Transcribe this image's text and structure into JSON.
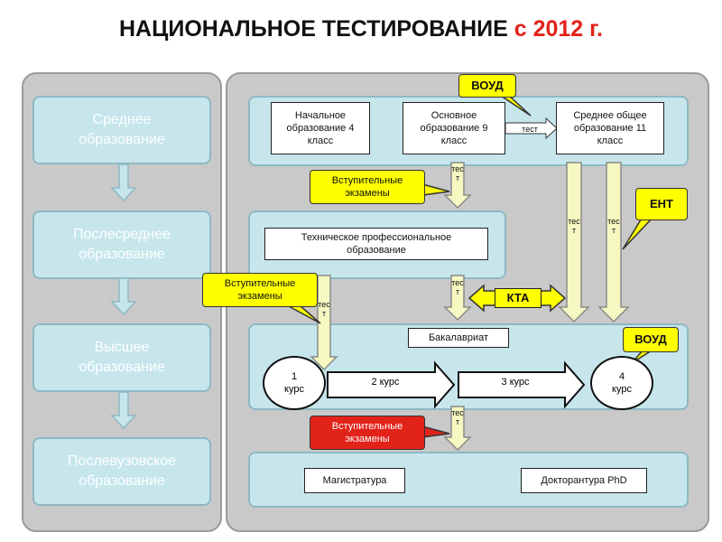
{
  "title": {
    "main": "НАЦИОНАЛЬНОЕ ТЕСТИРОВАНИЕ ",
    "year": "с 2012 г."
  },
  "left": {
    "secondary": "Среднее образование",
    "post_secondary": "Послесреднее образование",
    "higher": "Высшее образование",
    "postgraduate": "Послевузовское образование"
  },
  "school": {
    "primary": "Начальное образование 4 класс",
    "basic": "Основное образование 9 класс",
    "general": "Среднее общее образование 11 класс"
  },
  "voud_top": "ВОУД",
  "test_small": "тест",
  "entrance_1": "Вступительные экзамены",
  "entrance_2": "Вступительные экзамены",
  "entrance_3": "Вступительные экзамены",
  "vtest": "тест",
  "ent": "ЕНТ",
  "technical": "Техническое профессиональное образование",
  "kta": "КТА",
  "bachelor": "Бакалавриат",
  "voud_bottom": "ВОУД",
  "course1": "1 курс",
  "course2": "2 курс",
  "course3": "3 курс",
  "course4": "4 курс",
  "masters": "Магистратура",
  "phd": "Докторантура PhD",
  "colors": {
    "accent_red": "#e2231a",
    "callout_yellow": "#ffff00",
    "level_fill": "#c6e6ec",
    "panel_gray": "#c9c9c9"
  }
}
